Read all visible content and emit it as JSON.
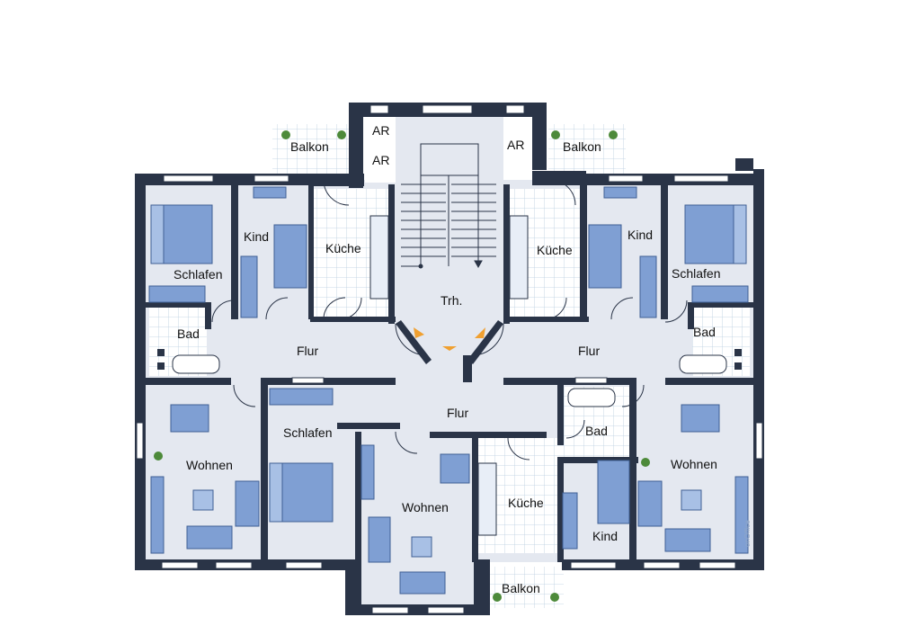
{
  "floor_plan": {
    "rooms": {
      "ar_left_top": "AR",
      "ar_left_bottom": "AR",
      "ar_right": "AR",
      "balkon_left": "Balkon",
      "balkon_right": "Balkon",
      "balkon_bottom": "Balkon",
      "kueche_left": "Küche",
      "kueche_right": "Küche",
      "kueche_bottom": "Küche",
      "kind_left": "Kind",
      "kind_right": "Kind",
      "kind_bottom": "Kind",
      "schlafen_left": "Schlafen",
      "schlafen_right": "Schlafen",
      "schlafen_center": "Schlafen",
      "bad_left": "Bad",
      "bad_right": "Bad",
      "bad_center": "Bad",
      "flur_left": "Flur",
      "flur_right": "Flur",
      "flur_center": "Flur",
      "trh": "Trh.",
      "wohnen_left": "Wohnen",
      "wohnen_center": "Wohnen",
      "wohnen_right": "Wohnen"
    },
    "watermark": "onOffice",
    "colors": {
      "wall": "#2a3447",
      "floor": "#e4e8f0",
      "tile_floor": "#ffffff",
      "tile_grid": "#b9cde0",
      "furniture": "#7f9fd3",
      "furniture_dark": "#5b7fb8",
      "window": "#ffffff"
    }
  }
}
